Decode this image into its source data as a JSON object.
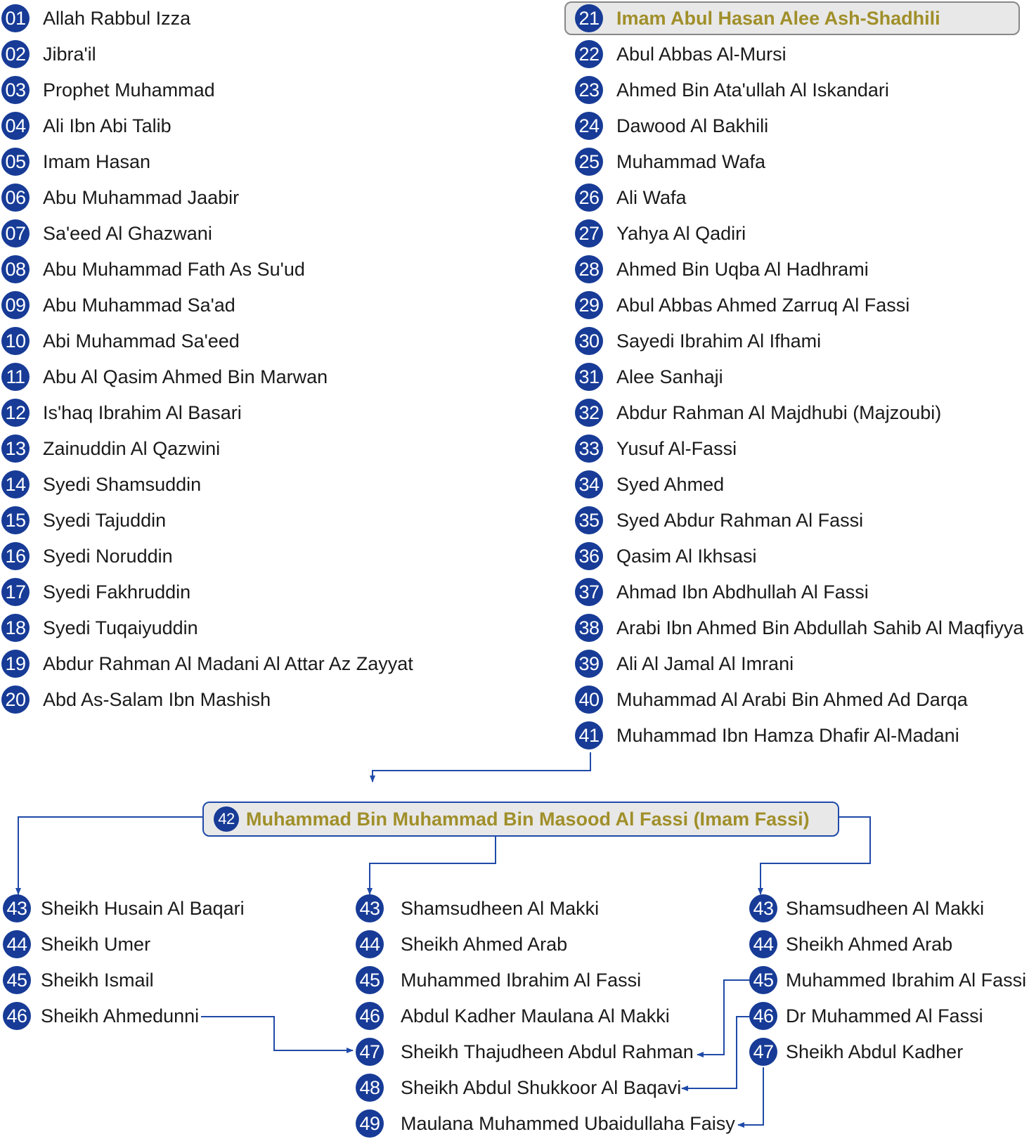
{
  "column_left": [
    {
      "num": "01",
      "name": "Allah Rabbul Izza"
    },
    {
      "num": "02",
      "name": "Jibra'il"
    },
    {
      "num": "03",
      "name": "Prophet Muhammad"
    },
    {
      "num": "04",
      "name": "Ali Ibn Abi Talib"
    },
    {
      "num": "05",
      "name": "Imam Hasan"
    },
    {
      "num": "06",
      "name": "Abu Muhammad Jaabir"
    },
    {
      "num": "07",
      "name": "Sa'eed Al Ghazwani"
    },
    {
      "num": "08",
      "name": "Abu Muhammad Fath As Su'ud"
    },
    {
      "num": "09",
      "name": "Abu Muhammad Sa'ad"
    },
    {
      "num": "10",
      "name": "Abi Muhammad Sa'eed"
    },
    {
      "num": "11",
      "name": "Abu Al Qasim Ahmed Bin Marwan"
    },
    {
      "num": "12",
      "name": "Is'haq Ibrahim Al Basari"
    },
    {
      "num": "13",
      "name": "Zainuddin Al Qazwini"
    },
    {
      "num": "14",
      "name": "Syedi Shamsuddin"
    },
    {
      "num": "15",
      "name": "Syedi Tajuddin"
    },
    {
      "num": "16",
      "name": "Syedi Noruddin"
    },
    {
      "num": "17",
      "name": "Syedi Fakhruddin"
    },
    {
      "num": "18",
      "name": "Syedi Tuqaiyuddin"
    },
    {
      "num": "19",
      "name": "Abdur Rahman Al Madani Al Attar Az Zayyat"
    },
    {
      "num": "20",
      "name": "Abd As-Salam Ibn Mashish"
    }
  ],
  "column_right": [
    {
      "num": "21",
      "name": "Imam Abul Hasan Alee Ash-Shadhili",
      "highlight": true
    },
    {
      "num": "22",
      "name": "Abul Abbas Al-Mursi"
    },
    {
      "num": "23",
      "name": "Ahmed Bin Ata'ullah Al Iskandari"
    },
    {
      "num": "24",
      "name": "Dawood Al Bakhili"
    },
    {
      "num": "25",
      "name": "Muhammad Wafa"
    },
    {
      "num": "26",
      "name": "Ali Wafa"
    },
    {
      "num": "27",
      "name": "Yahya Al Qadiri"
    },
    {
      "num": "28",
      "name": "Ahmed Bin Uqba Al Hadhrami"
    },
    {
      "num": "29",
      "name": "Abul Abbas Ahmed Zarruq Al Fassi"
    },
    {
      "num": "30",
      "name": "Sayedi Ibrahim Al Ifhami"
    },
    {
      "num": "31",
      "name": "Alee Sanhaji"
    },
    {
      "num": "32",
      "name": "Abdur Rahman Al Majdhubi (Majzoubi)"
    },
    {
      "num": "33",
      "name": "Yusuf Al-Fassi"
    },
    {
      "num": "34",
      "name": "Syed Ahmed"
    },
    {
      "num": "35",
      "name": "Syed Abdur Rahman Al Fassi"
    },
    {
      "num": "36",
      "name": "Qasim Al Ikhsasi"
    },
    {
      "num": "37",
      "name": "Ahmad Ibn Abdhullah Al Fassi"
    },
    {
      "num": "38",
      "name": "Arabi Ibn Ahmed Bin Abdullah Sahib Al Maqfiyya"
    },
    {
      "num": "39",
      "name": "Ali Al Jamal Al Imrani"
    },
    {
      "num": "40",
      "name": "Muhammad Al Arabi Bin Ahmed Ad Darqa"
    },
    {
      "num": "41",
      "name": "Muhammad Ibn Hamza Dhafir Al-Madani"
    }
  ],
  "center_node": {
    "num": "42",
    "name": "Muhammad Bin Muhammad Bin Masood Al Fassi (Imam Fassi)"
  },
  "branch_left": [
    {
      "num": "43",
      "name": "Sheikh Husain Al Baqari"
    },
    {
      "num": "44",
      "name": "Sheikh Umer"
    },
    {
      "num": "45",
      "name": "Sheikh Ismail"
    },
    {
      "num": "46",
      "name": "Sheikh Ahmedunni"
    }
  ],
  "branch_middle": [
    {
      "num": "43",
      "name": "Shamsudheen Al Makki"
    },
    {
      "num": "44",
      "name": "Sheikh Ahmed Arab"
    },
    {
      "num": "45",
      "name": "Muhammed Ibrahim Al Fassi"
    },
    {
      "num": "46",
      "name": "Abdul Kadher Maulana Al Makki"
    },
    {
      "num": "47",
      "name": "Sheikh Thajudheen Abdul Rahman"
    },
    {
      "num": "48",
      "name": "Sheikh Abdul Shukkoor Al Baqavi"
    },
    {
      "num": "49",
      "name": "Maulana Muhammed Ubaidullaha Faisy"
    }
  ],
  "branch_right": [
    {
      "num": "43",
      "name": "Shamsudheen Al Makki"
    },
    {
      "num": "44",
      "name": "Sheikh Ahmed Arab"
    },
    {
      "num": "45",
      "name": "Muhammed Ibrahim Al Fassi"
    },
    {
      "num": "46",
      "name": "Dr Muhammed Al Fassi"
    },
    {
      "num": "47",
      "name": "Sheikh Abdul Kadher"
    }
  ],
  "colors": {
    "badge": "#173b96",
    "highlight_text": "#a08f2a",
    "connector": "#1f4aa8"
  }
}
